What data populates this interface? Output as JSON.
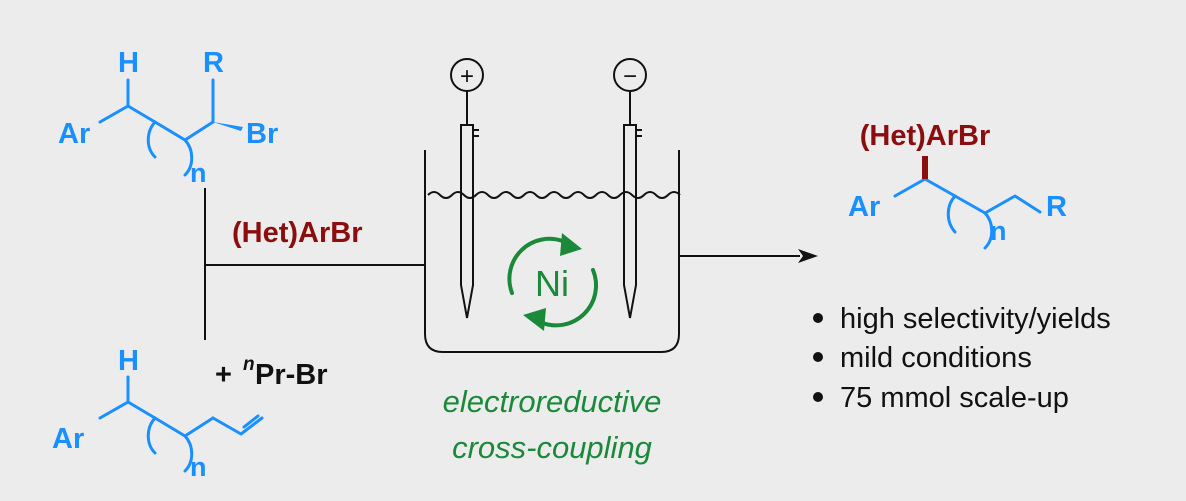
{
  "substrate_top": {
    "h": "H",
    "r": "R",
    "ar": "Ar",
    "br": "Br",
    "n": "n"
  },
  "substrate_bottom": {
    "h": "H",
    "ar": "Ar",
    "n": "n"
  },
  "reagent": {
    "arbr": "(Het)ArBr",
    "plus": "+",
    "n_super": "n",
    "prbr": "Pr-Br"
  },
  "cell": {
    "anode_symbol": "+",
    "cathode_symbol": "−",
    "catalyst": "Ni"
  },
  "process": {
    "line1": "electroreductive",
    "line2": "cross-coupling"
  },
  "product": {
    "arbr": "(Het)ArBr",
    "ar": "Ar",
    "r": "R",
    "n": "n"
  },
  "features": [
    "high selectivity/yields",
    "mild conditions",
    "75 mmol scale-up"
  ],
  "colors": {
    "blue": "#1a8fff",
    "dark_red": "#8b0d0d",
    "green": "#1a8a3a",
    "background": "#ececec"
  }
}
